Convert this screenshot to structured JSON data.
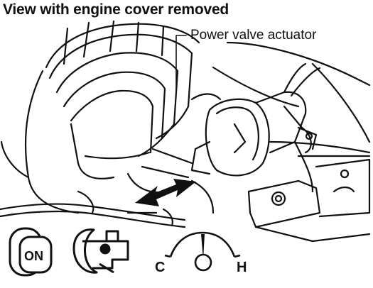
{
  "title": "View with engine cover removed",
  "callout": "Power valve actuator",
  "key_label": "ON",
  "gauge": {
    "cold_label": "C",
    "hot_label": "H"
  }
}
